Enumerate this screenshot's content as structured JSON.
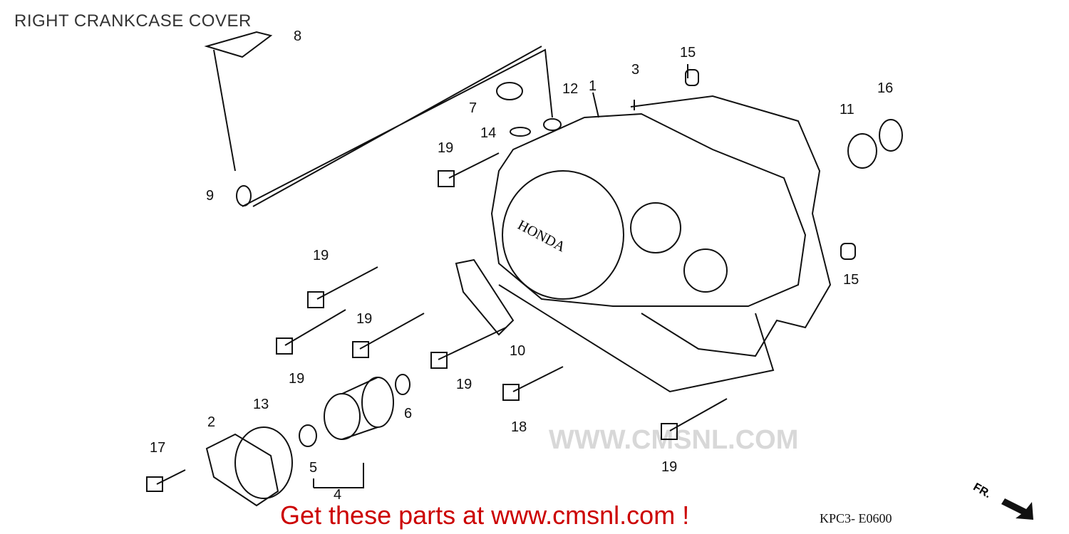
{
  "title": "RIGHT CRANKCASE COVER",
  "watermark": "WWW.CMSNL.COM",
  "brand_on_cover": "HONDA",
  "direction_label": "FR.",
  "callout": "Get these parts at www.cmsnl.com !",
  "diagram_code": "KPC3- E0600",
  "part_labels": [
    "8",
    "15",
    "3",
    "1",
    "12",
    "7",
    "16",
    "11",
    "14",
    "19",
    "9",
    "19",
    "15",
    "19",
    "10",
    "19",
    "19",
    "6",
    "13",
    "2",
    "18",
    "17",
    "5",
    "19",
    "4"
  ],
  "colors": {
    "callout": "#cc0000",
    "line": "#111111",
    "watermark": "#d8d8d8"
  }
}
